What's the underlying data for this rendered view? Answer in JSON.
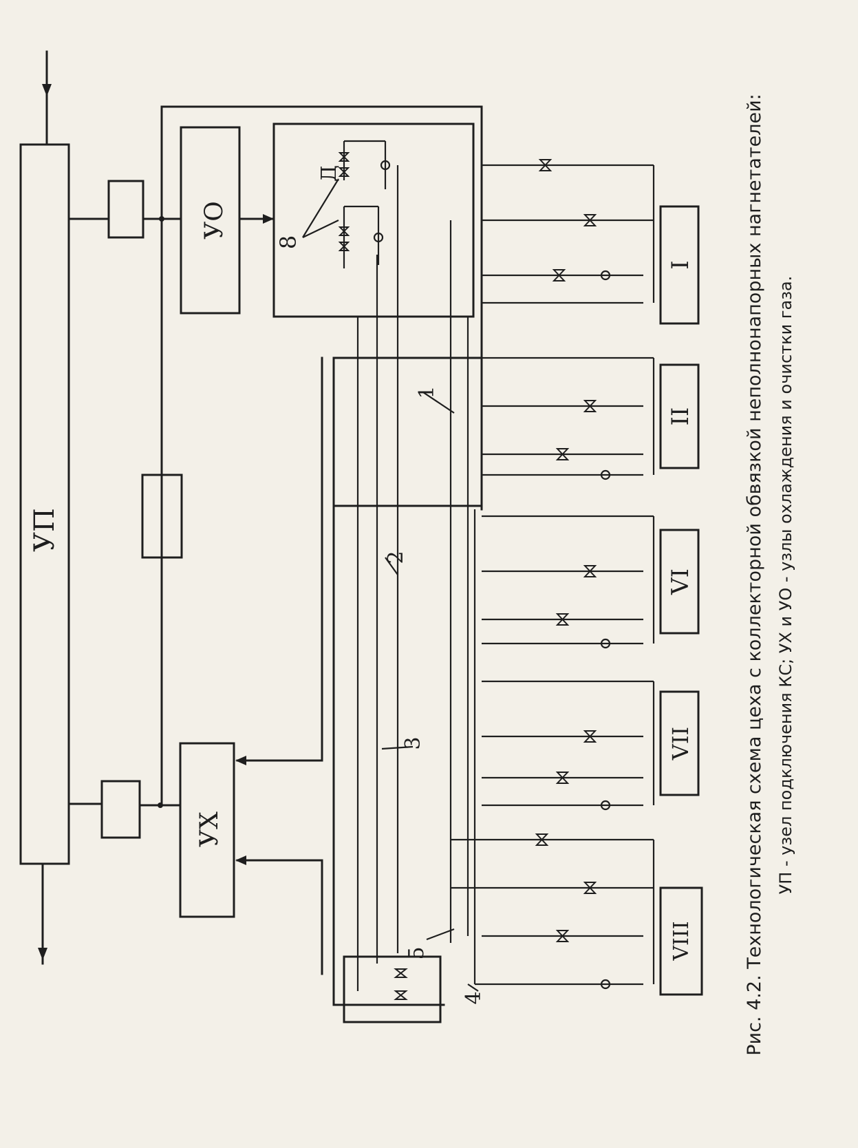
{
  "diagram": {
    "header_label": "УП",
    "cooling_node_label": "УО",
    "cooling_node2_label": "УХ",
    "label_8": "8",
    "label_d": "Д",
    "num_1": "1",
    "num_2": "2",
    "num_3": "3",
    "num_4": "4",
    "num_5": "5",
    "units": [
      {
        "id": "I",
        "label": "I"
      },
      {
        "id": "II",
        "label": "II"
      },
      {
        "id": "VI",
        "label": "VI"
      },
      {
        "id": "VII",
        "label": "VII"
      },
      {
        "id": "VIII",
        "label": "VIII"
      }
    ]
  },
  "caption": {
    "line1": "Рис. 4.2. Технологическая схема цеха с коллекторной обвязкой неполнонапорных нагнетателей:",
    "line2": "УП - узел подключения КС; УХ и УО - узлы охлаждения и очистки газа."
  },
  "colors": {
    "ink": "#1e1e1e",
    "paper": "#f3f0e8"
  }
}
